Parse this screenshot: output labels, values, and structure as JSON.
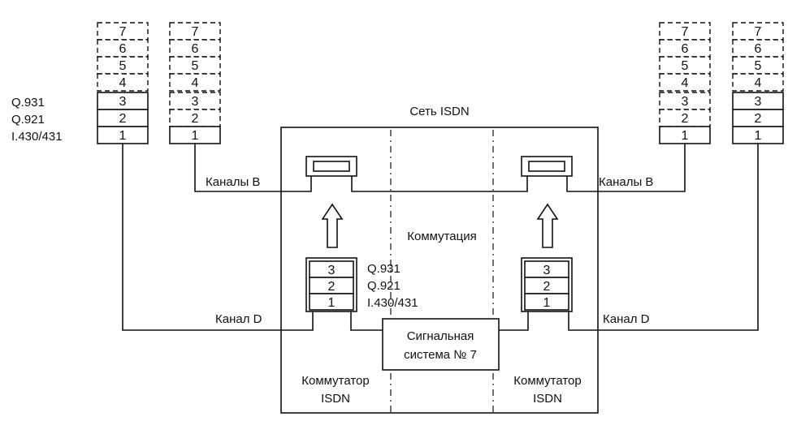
{
  "network_title": "Сеть ISDN",
  "left_protocols": [
    "Q.931",
    "Q.921",
    "I.430/431"
  ],
  "center_protocols": [
    "Q.931",
    "Q.921",
    "I.430/431"
  ],
  "stacks": {
    "tl": [
      "7",
      "6",
      "5",
      "4",
      "3",
      "2",
      "1"
    ],
    "tr": [
      "7",
      "6",
      "5",
      "4",
      "3",
      "2",
      "1"
    ],
    "rl": [
      "7",
      "6",
      "5",
      "4",
      "3",
      "2",
      "1"
    ],
    "rr": [
      "7",
      "6",
      "5",
      "4",
      "3",
      "2",
      "1"
    ],
    "ml": [
      "3",
      "2",
      "1"
    ],
    "mr": [
      "3",
      "2",
      "1"
    ]
  },
  "channels_b_left": "Каналы B",
  "channels_b_right": "Каналы B",
  "channel_d_left": "Канал D",
  "channel_d_right": "Канал D",
  "switching": "Коммутация",
  "ss7_line1": "Сигнальная",
  "ss7_line2": "система № 7",
  "switch_left_line1": "Коммутатор",
  "switch_left_line2": "ISDN",
  "switch_right_line1": "Коммутатор",
  "switch_right_line2": "ISDN"
}
